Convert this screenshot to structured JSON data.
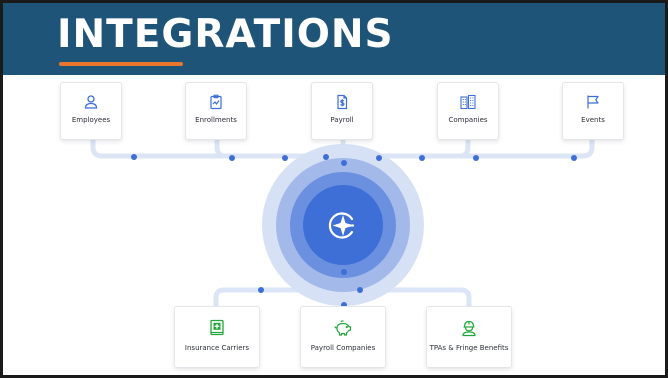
{
  "header": {
    "title": "INTEGRATIONS",
    "accent_color": "#e8772e",
    "background_color": "#1e5478"
  },
  "hub": {
    "icon": "compass-e-icon",
    "color": "#3e6fd6"
  },
  "sources": [
    {
      "label": "Employees",
      "icon": "person-icon"
    },
    {
      "label": "Enrollments",
      "icon": "clipboard-check-icon"
    },
    {
      "label": "Payroll",
      "icon": "dollar-document-icon"
    },
    {
      "label": "Companies",
      "icon": "buildings-icon"
    },
    {
      "label": "Events",
      "icon": "flag-icon"
    }
  ],
  "destinations": [
    {
      "label": "Insurance Carriers",
      "icon": "medical-book-icon"
    },
    {
      "label": "Payroll Companies",
      "icon": "piggy-bank-icon"
    },
    {
      "label": "TPAs & Fringe Benefits",
      "icon": "worker-hardhat-icon"
    }
  ],
  "colors": {
    "source_icon": "#3e6fd6",
    "destination_icon": "#22a83a",
    "connector": "#dbe5f6",
    "dot": "#3e6fd6"
  }
}
